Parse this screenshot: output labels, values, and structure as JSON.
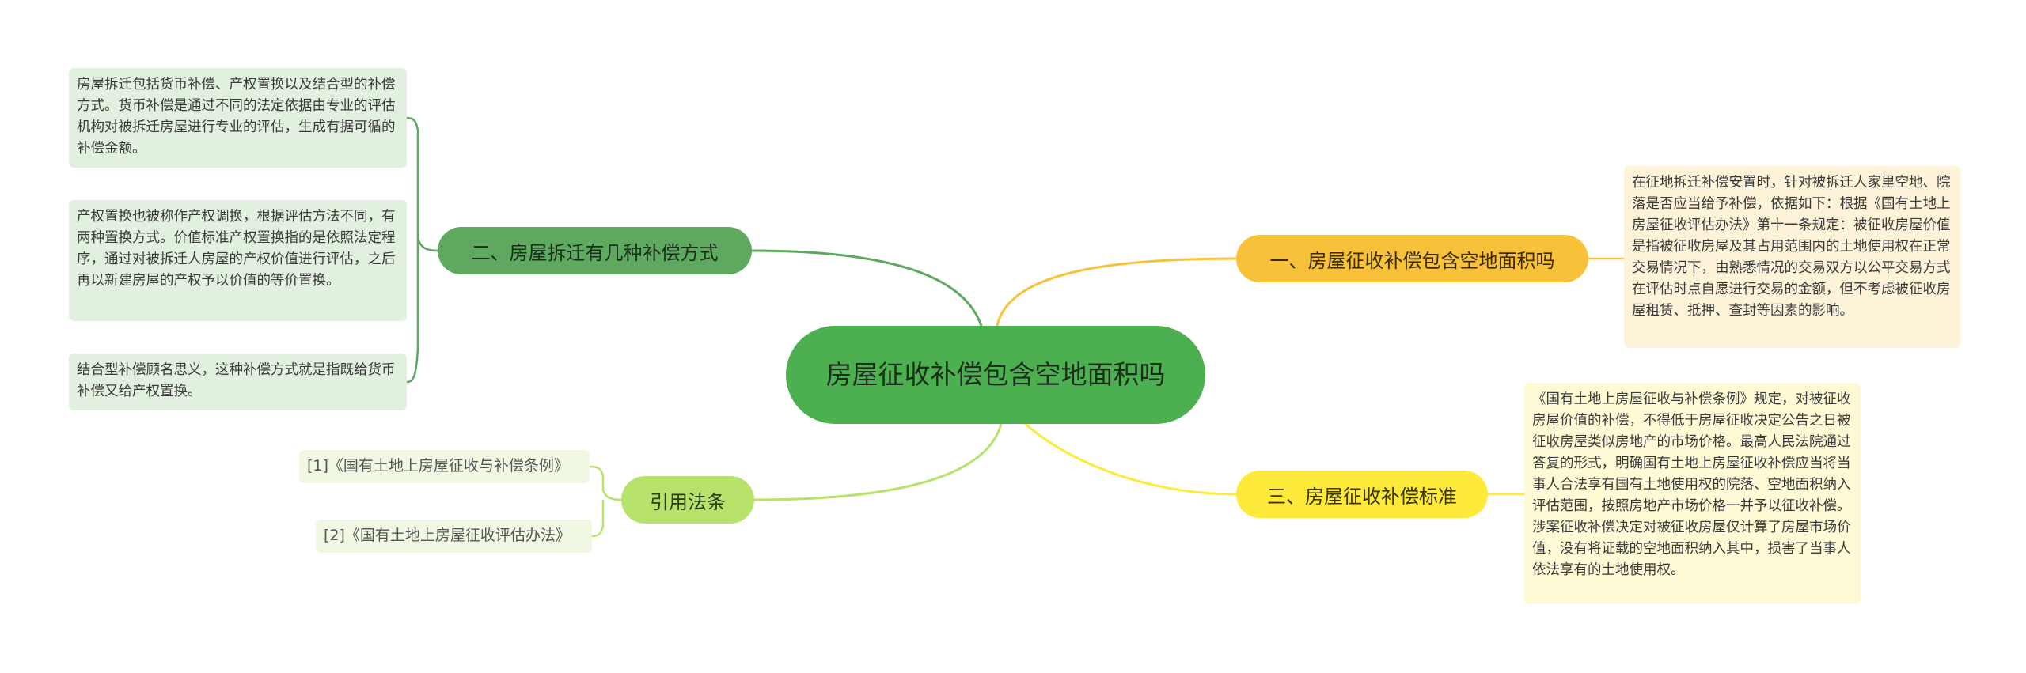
{
  "colors": {
    "center": "#4caf50",
    "green": "#5fa85f",
    "lime": "#b7e26b",
    "orange": "#f7c23a",
    "yellow": "#fdea3b"
  },
  "center": {
    "title": "房屋征收补偿包含空地面积吗"
  },
  "branches": {
    "method": {
      "label": "二、房屋拆迁有几种补偿方式",
      "items": [
        "房屋拆迁包括货币补偿、产权置换以及结合型的补偿方式。货币补偿是通过不同的法定依据由专业的评估机构对被拆迁房屋进行专业的评估，生成有据可循的补偿金额。",
        "产权置换也被称作产权调换，根据评估方法不同，有两种置换方式。价值标准产权置换指的是依照法定程序，通过对被拆迁人房屋的产权价值进行评估，之后再以新建房屋的产权予以价值的等价置换。",
        "结合型补偿顾名思义，这种补偿方式就是指既给货币补偿又给产权置换。"
      ]
    },
    "law": {
      "label": "引用法条",
      "items": [
        "[1]《国有土地上房屋征收与补偿条例》",
        "[2]《国有土地上房屋征收评估办法》"
      ]
    },
    "area": {
      "label": "一、房屋征收补偿包含空地面积吗",
      "items": [
        "在征地拆迁补偿安置时，针对被拆迁人家里空地、院落是否应当给予补偿，依据如下：根据《国有土地上房屋征收评估办法》第十一条规定：被征收房屋价值是指被征收房屋及其占用范围内的土地使用权在正常交易情况下，由熟悉情况的交易双方以公平交易方式在评估时点自愿进行交易的金额，但不考虑被征收房屋租赁、抵押、查封等因素的影响。"
      ]
    },
    "standard": {
      "label": "三、房屋征收补偿标准",
      "items": [
        "《国有土地上房屋征收与补偿条例》规定，对被征收房屋价值的补偿，不得低于房屋征收决定公告之日被征收房屋类似房地产的市场价格。最高人民法院通过答复的形式，明确国有土地上房屋征收补偿应当将当事人合法享有国有土地使用权的院落、空地面积纳入评估范围，按照房地产市场价格一并予以征收补偿。涉案征收补偿决定对被征收房屋仅计算了房屋市场价值，没有将证载的空地面积纳入其中，损害了当事人依法享有的土地使用权。"
      ]
    }
  }
}
